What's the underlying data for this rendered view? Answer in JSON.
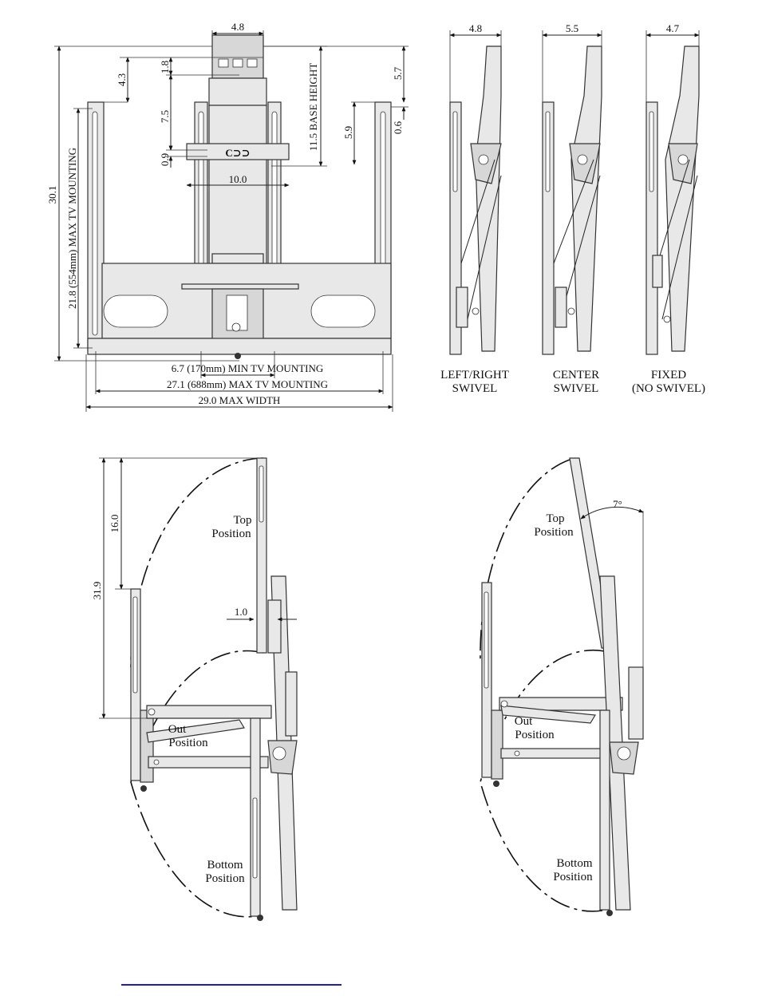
{
  "front_view": {
    "dims": {
      "top_width": "4.8",
      "d_4_3": "4.3",
      "d_1_8": "1.8",
      "d_7_5": "7.5",
      "d_0_9": "0.9",
      "base_height": "11.5 BASE HEIGHT",
      "d_5_7": "5.7",
      "d_5_9": "5.9",
      "d_0_6": "0.6",
      "d_10_0": "10.0",
      "total_height": "30.1",
      "max_tv_mounting_v": "21.8 (554mm) MAX TV MOUNTING",
      "min_tv_mounting": "6.7  (170mm) MIN TV MOUNTING",
      "max_tv_mounting_h": "27.1 (688mm) MAX TV MOUNTING",
      "max_width": "29.0 MAX WIDTH"
    }
  },
  "side_views": [
    {
      "dim": "4.8",
      "label_line1": "LEFT/RIGHT",
      "label_line2": "SWIVEL"
    },
    {
      "dim": "5.5",
      "label_line1": "CENTER",
      "label_line2": "SWIVEL"
    },
    {
      "dim": "4.7",
      "label_line1": "FIXED",
      "label_line2": "(NO SWIVEL)"
    }
  ],
  "range_left": {
    "d_31_9": "31.9",
    "d_16_0": "16.0",
    "d_1_0": "1.0",
    "top_line1": "Top",
    "top_line2": "Position",
    "out_line1": "Out",
    "out_line2": "Position",
    "bottom_line1": "Bottom",
    "bottom_line2": "Position"
  },
  "range_right": {
    "angle": "7°",
    "top_line1": "Top",
    "top_line2": "Position",
    "out_line1": "Out",
    "out_line2": "Position",
    "bottom_line1": "Bottom",
    "bottom_line2": "Position"
  }
}
